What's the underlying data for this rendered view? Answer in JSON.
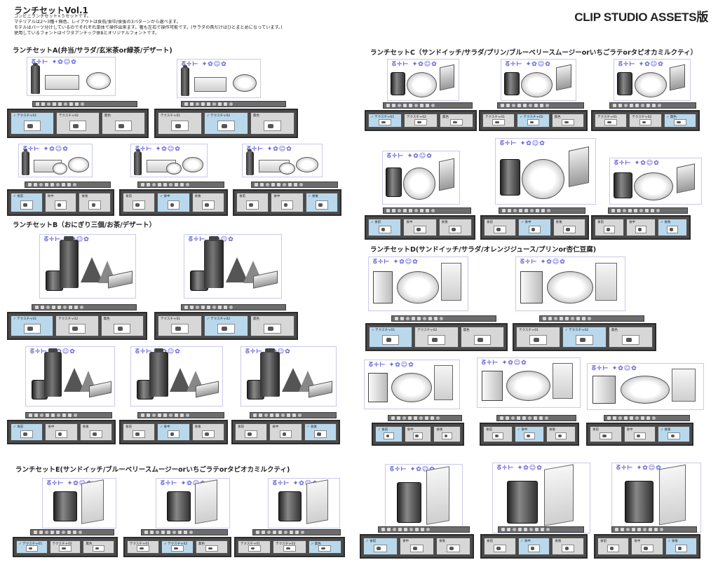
{
  "header": {
    "title": "ランチセットVol.1",
    "desc": [
      "コンビニランチセット×５セットです。",
      "マテリアルは2～3種＋無色、レイアウトは食前/食中/食後の3パターンから選べます。",
      "モデルはパーツ分けしているのでそれぞれ単体で操作出来ます。箸も左右で操作可能です。(サラダの具だけはひとまとめになっています。)",
      "使用しているフォントはイワタアンチック体Bとオリジナルフォントです。"
    ],
    "brand": "CLIP STUDIO ASSETS版"
  },
  "sections": {
    "a": "ランチセットA(弁当/サラダ/玄米茶or緑茶/デザート)",
    "b": "ランチセットB（おにぎり三個/お茶/デザート）",
    "c": "ランチセットC（サンドイッチ/サラダ/プリン/ブルーベリースムージーorいちごラテorタピオカミルクティ）",
    "d": "ランチセットD(サンドイッチ/サラダ/オレンジジュース/プリンor杏仁豆腐)",
    "e": "ランチセットE(サンドイッチ/ブルーベリースムージーorいちごラテorタピオカミルクティ)"
  },
  "labels": {
    "tex1": "テクスチャ01",
    "tex2": "テクスチャ02",
    "none": "無色",
    "before": "食前",
    "during": "食中",
    "after": "食後"
  },
  "colors": {
    "accent_logo": "#6a6ad8",
    "panel_bg": "#4a4a4a",
    "cell_selected": "#b9d8ec",
    "scene_border": "#c9c9ea"
  }
}
